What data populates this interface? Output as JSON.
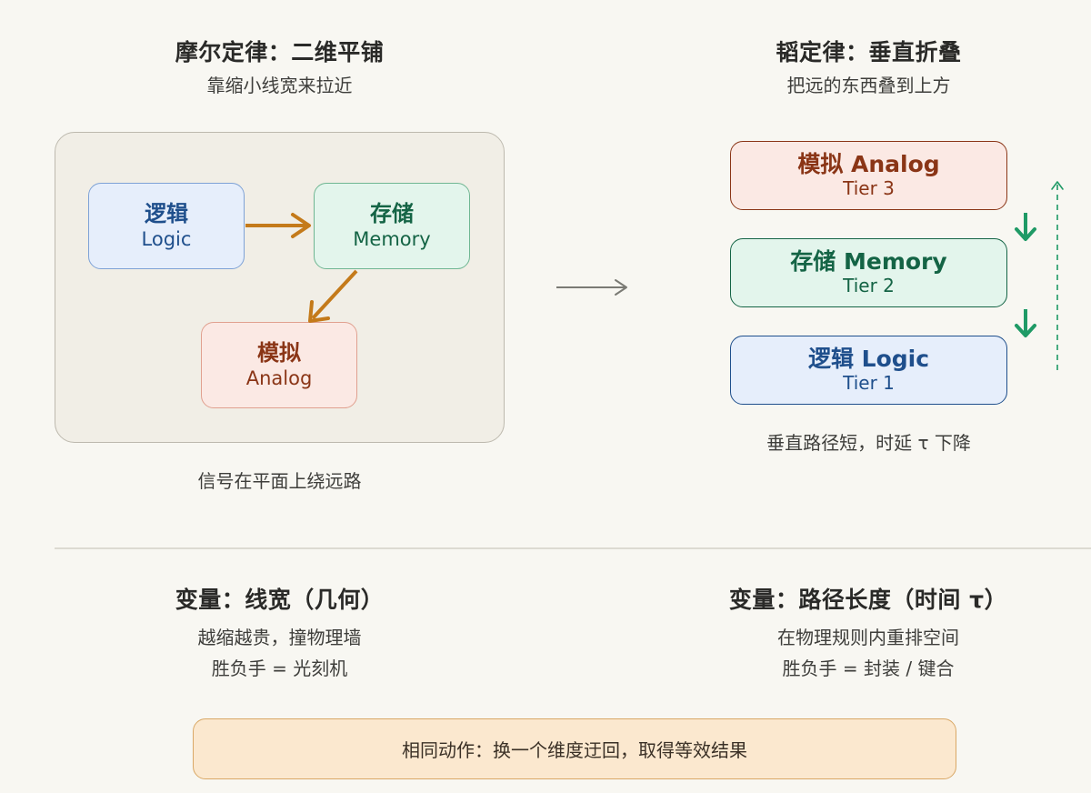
{
  "left": {
    "title": "摩尔定律：二维平铺",
    "subtitle": "靠缩小线宽来拉近",
    "nodes": {
      "logic": {
        "zh": "逻辑",
        "en": "Logic"
      },
      "memory": {
        "zh": "存储",
        "en": "Memory"
      },
      "analog": {
        "zh": "模拟",
        "en": "Analog"
      }
    },
    "caption": "信号在平面上绕远路"
  },
  "right": {
    "title": "韬定律：垂直折叠",
    "subtitle": "把远的东西叠到上方",
    "tiers": [
      {
        "name": "模拟 Analog",
        "tier": "Tier 3"
      },
      {
        "name": "存储 Memory",
        "tier": "Tier 2"
      },
      {
        "name": "逻辑 Logic",
        "tier": "Tier 1"
      }
    ],
    "caption": "垂直路径短，时延 τ 下降"
  },
  "bottom": {
    "left": {
      "title": "变量：线宽（几何）",
      "line1": "越缩越贵，撞物理墙",
      "line2": "胜负手 = 光刻机"
    },
    "right": {
      "title": "变量：路径长度（时间 τ）",
      "line1": "在物理规则内重排空间",
      "line2": "胜负手 = 封装 / 键合"
    }
  },
  "footer": "相同动作：换一个维度迂回，取得等效结果",
  "colors": {
    "orange_arrow": "#c47a1a",
    "green_arrow": "#1f9a66",
    "gray_arrow": "#7a7a74"
  }
}
